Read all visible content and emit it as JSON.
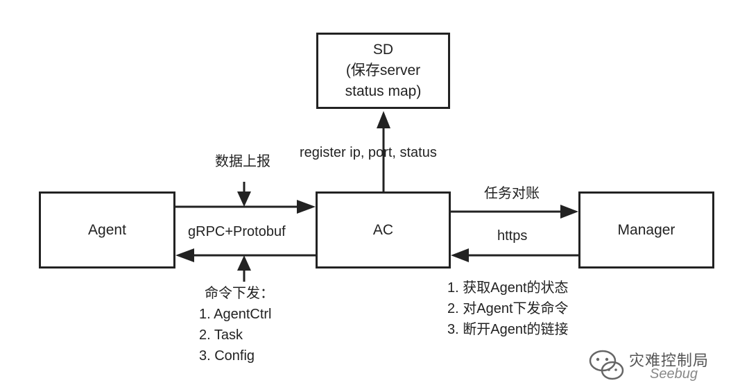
{
  "nodes": {
    "sd": {
      "lines": [
        "SD",
        "(保存server",
        "status map)"
      ]
    },
    "agent": {
      "label": "Agent"
    },
    "ac": {
      "label": "AC"
    },
    "manager": {
      "label": "Manager"
    }
  },
  "edges": {
    "ac_to_sd": {
      "label": "register ip, port, status"
    },
    "data_report": {
      "label": "数据上报"
    },
    "grpc": {
      "label": "gRPC+Protobuf"
    },
    "reconcile": {
      "label": "任务对账"
    },
    "https": {
      "label": "https"
    }
  },
  "commands": {
    "title": "命令下发：",
    "items": [
      "1. AgentCtrl",
      "2. Task",
      "3. Config"
    ]
  },
  "manager_actions": {
    "items": [
      "1. 获取Agent的状态",
      "2. 对Agent下发命令",
      "3. 断开Agent的链接"
    ]
  },
  "watermark": {
    "title": "灾难控制局",
    "subtitle": "Seebug"
  },
  "colors": {
    "stroke": "#222222",
    "background": "#ffffff"
  }
}
